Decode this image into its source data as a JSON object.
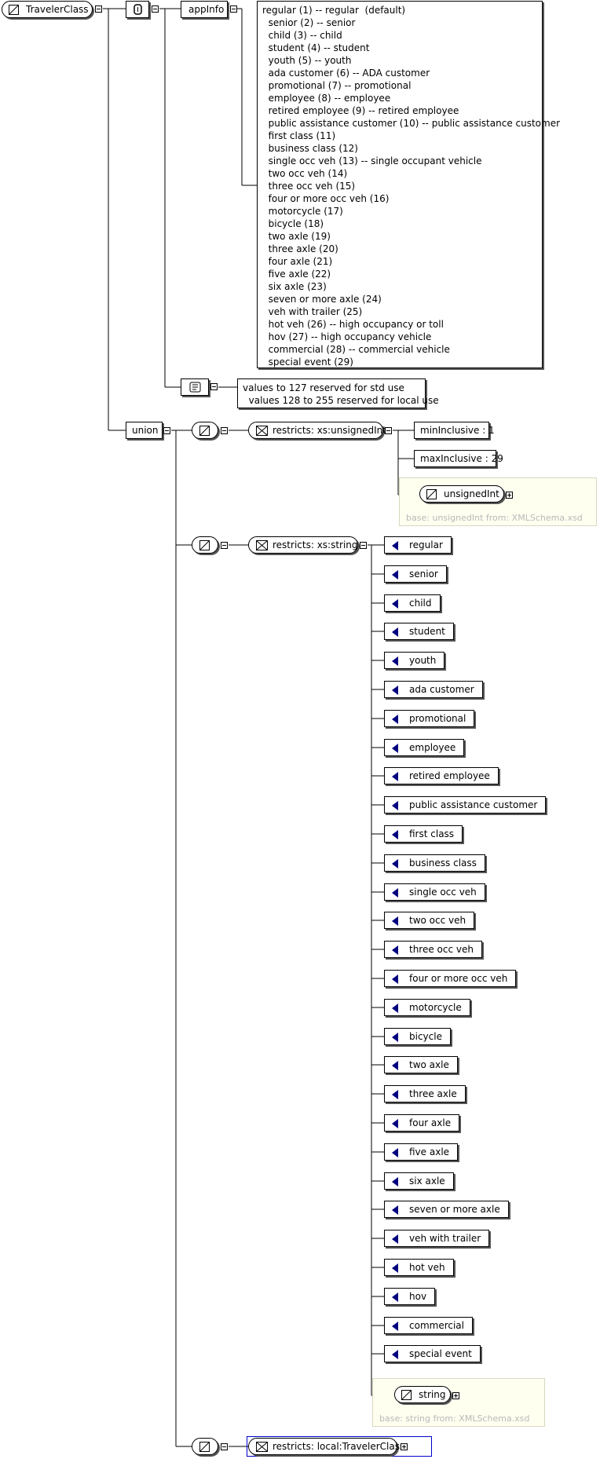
{
  "root": {
    "name": "TravelerClass"
  },
  "annotation": {
    "appinfo_label": "appInfo",
    "appinfo_lines": [
      "regular (1) -- regular  (default)",
      "  senior (2) -- senior",
      "  child (3) -- child",
      "  student (4) -- student",
      "  youth (5) -- youth",
      "  ada customer (6) -- ADA customer",
      "  promotional (7) -- promotional",
      "  employee (8) -- employee",
      "  retired employee (9) -- retired employee",
      "  public assistance customer (10) -- public assistance customer",
      "  first class (11)",
      "  business class (12)",
      "  single occ veh (13) -- single occupant vehicle",
      "  two occ veh (14)",
      "  three occ veh (15)",
      "  four or more occ veh (16)",
      "  motorcycle (17)",
      "  bicycle (18)",
      "  two axle (19)",
      "  three axle (20)",
      "  four axle (21)",
      "  five axle (22)",
      "  six axle (23)",
      "  seven or more axle (24)",
      "  veh with trailer (25)",
      "  hot veh (26) -- high occupancy or toll",
      "  hov (27) -- high occupancy vehicle",
      "  commercial (28) -- commercial vehicle",
      "  special event (29)"
    ],
    "documentation_lines": [
      "values to 127 reserved for std use",
      "  values 128 to 255 reserved for local use"
    ]
  },
  "union": {
    "label": "union",
    "members": [
      {
        "restriction": "restricts: xs:unsignedInt",
        "facets": [
          "minInclusive : 1",
          "maxInclusive : 29"
        ],
        "base_type": "unsignedInt",
        "base_note": "base: unsignedInt from: XMLSchema.xsd"
      },
      {
        "restriction": "restricts: xs:string",
        "enumerations": [
          "regular",
          "senior",
          "child",
          "student",
          "youth",
          "ada customer",
          "promotional",
          "employee",
          "retired employee",
          "public assistance customer",
          "first class",
          "business class",
          "single occ veh",
          "two occ veh",
          "three occ veh",
          "four or more occ veh",
          "motorcycle",
          "bicycle",
          "two axle",
          "three axle",
          "four axle",
          "five axle",
          "six axle",
          "seven or more axle",
          "veh with trailer",
          "hot veh",
          "hov",
          "commercial",
          "special event"
        ],
        "base_type": "string",
        "base_note": "base: string from: XMLSchema.xsd"
      },
      {
        "restriction": "restricts: local:TravelerClass"
      }
    ]
  },
  "colors": {
    "enum_marker": "#000080",
    "note_bg": "#fffff0",
    "note_text": "#b8b8b8",
    "selection_border": "#0000cc"
  }
}
